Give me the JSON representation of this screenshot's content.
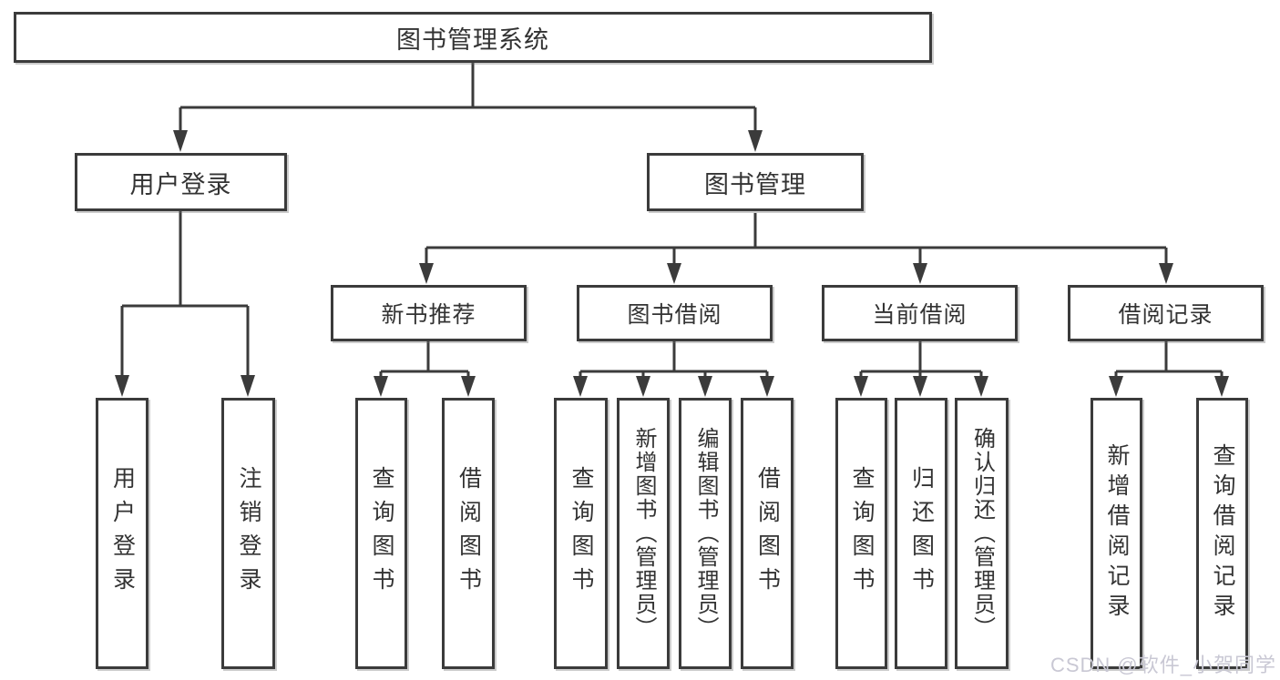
{
  "diagram": {
    "title": "图书管理系统",
    "type": "hierarchy-tree",
    "colors": {
      "line": "#3b3b3b",
      "box_border": "#3b3b3b",
      "box_fill": "#ffffff",
      "text": "#333333",
      "watermark_text": "#c9c8d4",
      "background": "#ffffff"
    },
    "tree": {
      "root": {
        "label": "图书管理系统"
      },
      "level2": [
        {
          "label": "用户登录"
        },
        {
          "label": "图书管理"
        }
      ],
      "level3": [
        {
          "label": "新书推荐"
        },
        {
          "label": "图书借阅"
        },
        {
          "label": "当前借阅"
        },
        {
          "label": "借阅记录"
        }
      ],
      "leaves": {
        "user_login": [
          {
            "label": "用户登录"
          },
          {
            "label": "注销登录"
          }
        ],
        "new_book": [
          {
            "label": "查询图书"
          },
          {
            "label": "借阅图书"
          }
        ],
        "book_borrow": [
          {
            "label": "查询图书"
          },
          {
            "label": "新增图书（管理员）"
          },
          {
            "label": "编辑图书（管理员）"
          },
          {
            "label": "借阅图书"
          }
        ],
        "current_borrow": [
          {
            "label": "查询图书"
          },
          {
            "label": "归还图书"
          },
          {
            "label": "确认归还（管理员）"
          }
        ],
        "borrow_record": [
          {
            "label": "新增借阅记录"
          },
          {
            "label": "查询借阅记录"
          }
        ]
      }
    },
    "watermark": "CSDN @软件_小贺同学"
  }
}
